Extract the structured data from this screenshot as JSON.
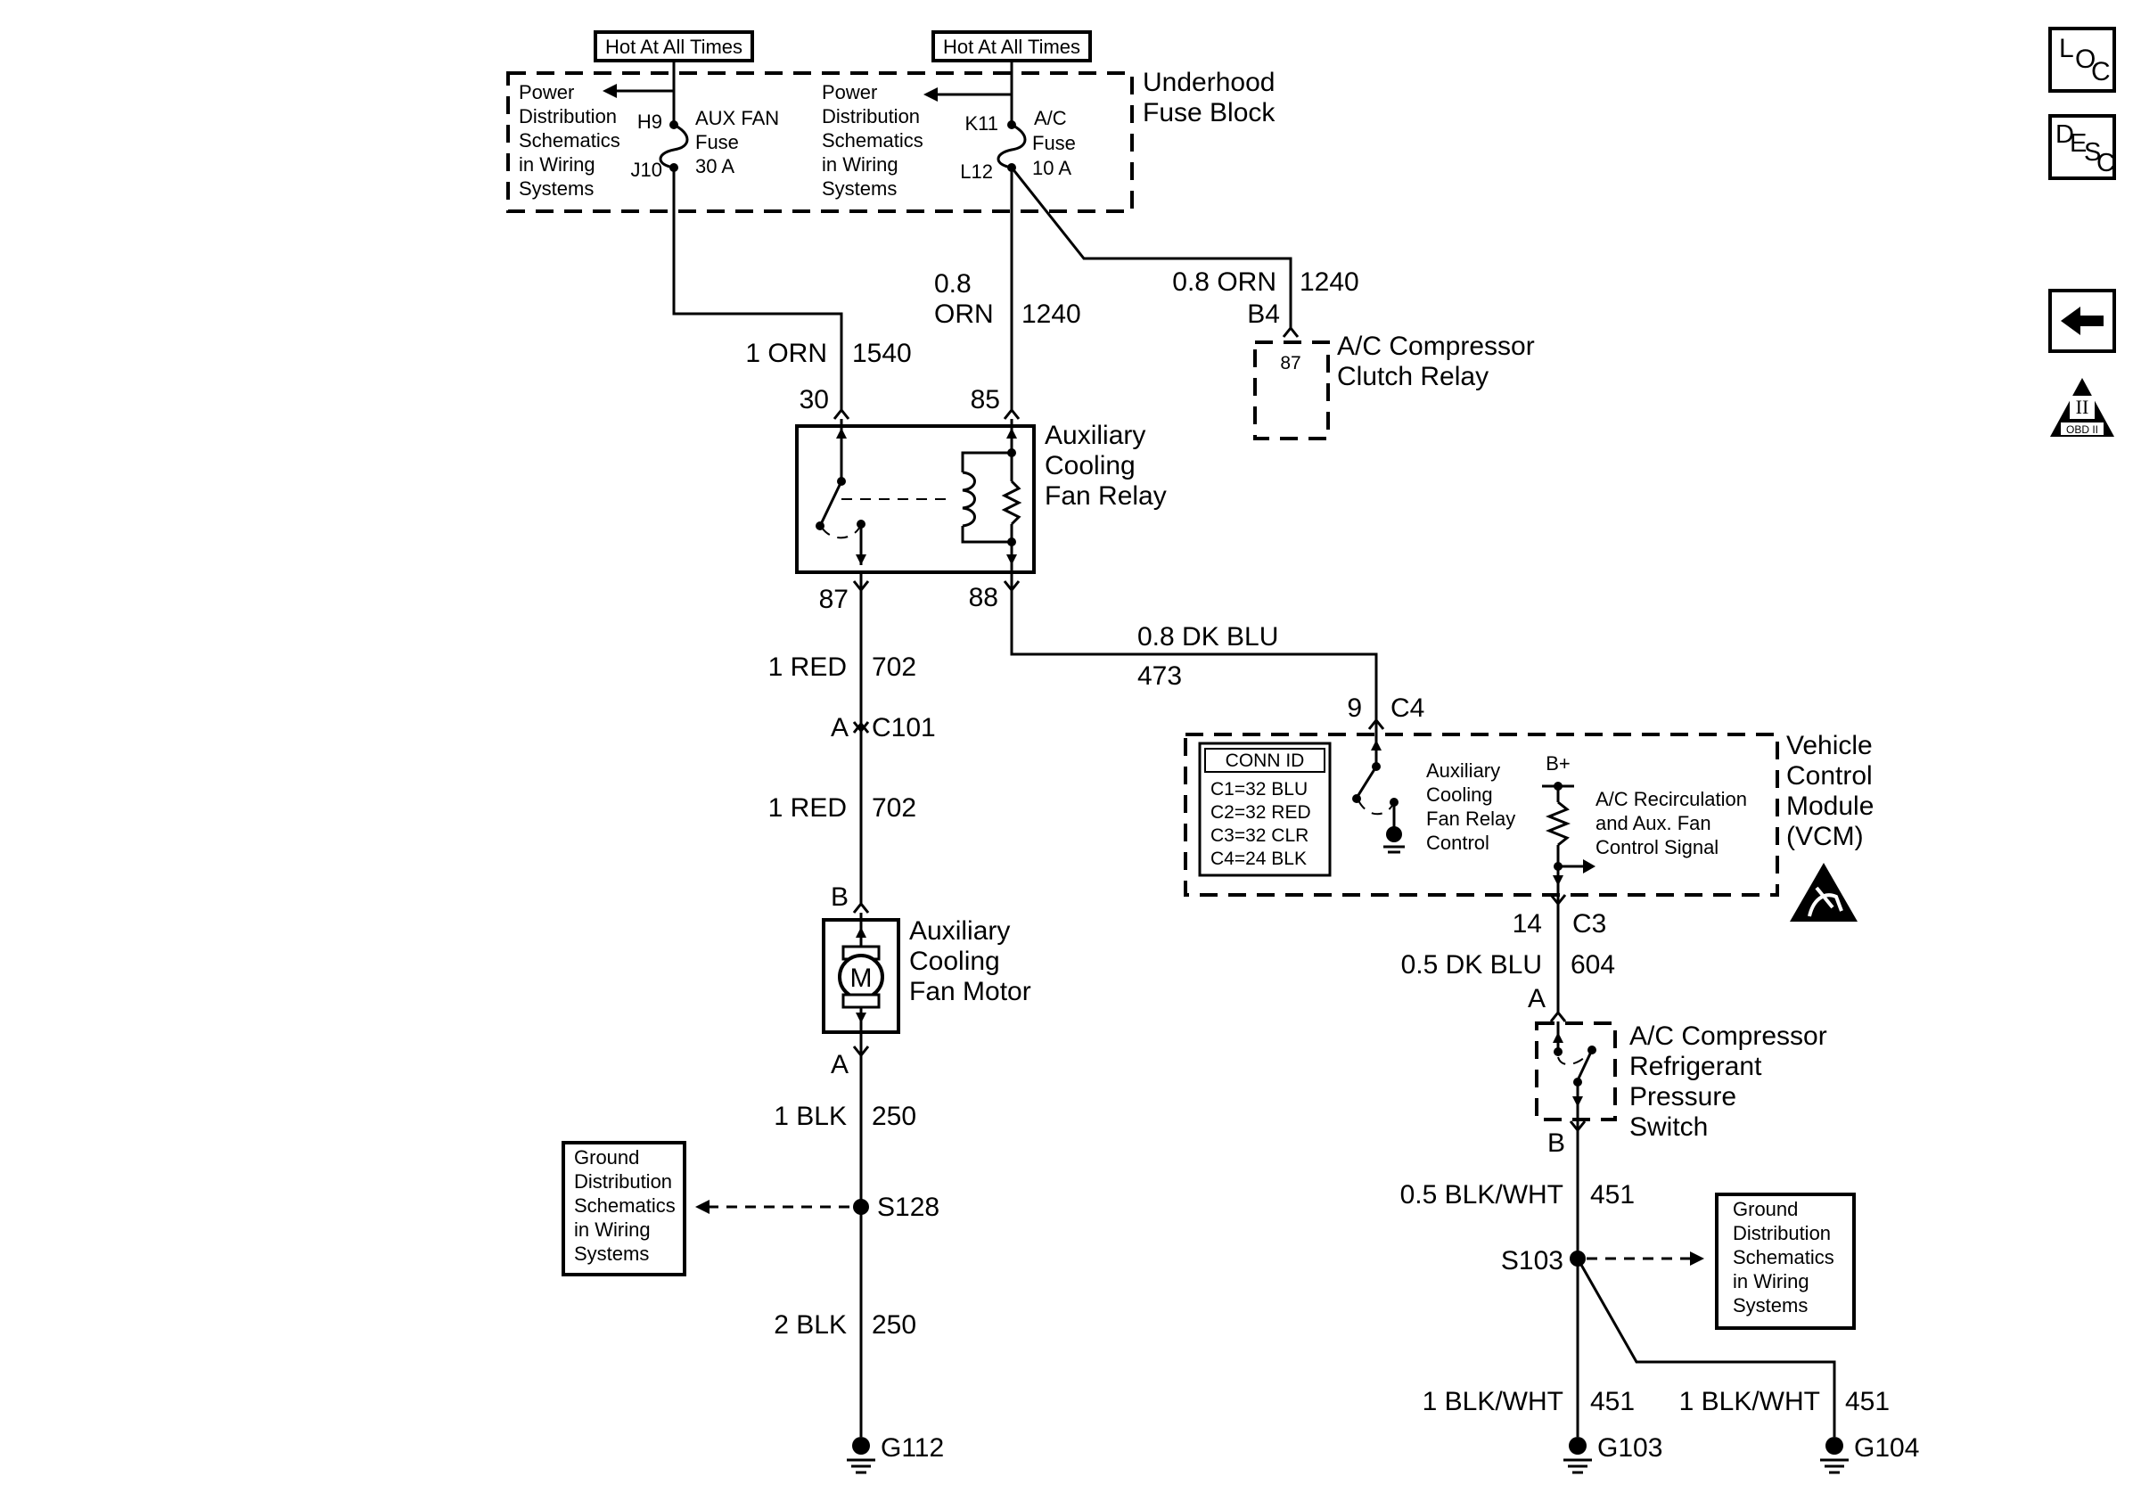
{
  "underhood": {
    "block_label_1": "Underhood",
    "block_label_2": "Fuse Block",
    "hot_label_1": "Hot At All Times",
    "hot_label_2": "Hot At All Times",
    "pd1": [
      "Power",
      "Distribution",
      "Schematics",
      "in Wiring",
      "Systems"
    ],
    "pd2": [
      "Power",
      "Distribution",
      "Schematics",
      "in Wiring",
      "Systems"
    ],
    "aux_fuse": {
      "pin_in": "H9",
      "pin_out": "J10",
      "name_1": "AUX FAN",
      "name_2": "Fuse",
      "rating": "30 A"
    },
    "ac_fuse": {
      "pin_in": "K11",
      "pin_out": "L12",
      "name_1": "A/C",
      "name_2": "Fuse",
      "rating": "10 A"
    }
  },
  "wires": {
    "w1540": {
      "gauge": "1 ORN",
      "circuit": "1540"
    },
    "w1240a": {
      "gauge_1": "0.8",
      "gauge_2": "ORN",
      "circuit": "1240"
    },
    "w1240b": {
      "gauge": "0.8 ORN",
      "circuit": "1240"
    },
    "w702a": {
      "gauge": "1 RED",
      "circuit": "702"
    },
    "w702b": {
      "gauge": "1 RED",
      "circuit": "702"
    },
    "w473": {
      "gauge": "0.8 DK BLU",
      "circuit": "473"
    },
    "w604": {
      "gauge": "0.5 DK BLU",
      "circuit": "604"
    },
    "w250a": {
      "gauge": "1 BLK",
      "circuit": "250"
    },
    "w250b": {
      "gauge": "2 BLK",
      "circuit": "250"
    },
    "w451a": {
      "gauge": "0.5 BLK/WHT",
      "circuit": "451"
    },
    "w451b": {
      "gauge": "1 BLK/WHT",
      "circuit": "451"
    },
    "w451c": {
      "gauge": "1 BLK/WHT",
      "circuit": "451"
    }
  },
  "clutch_relay": {
    "pin_conn": "B4",
    "pin": "87",
    "label_1": "A/C Compressor",
    "label_2": "Clutch Relay"
  },
  "fan_relay": {
    "pin30": "30",
    "pin85": "85",
    "pin87": "87",
    "pin88": "88",
    "label_1": "Auxiliary",
    "label_2": "Cooling",
    "label_3": "Fan Relay"
  },
  "c101": {
    "pin": "A",
    "name": "C101"
  },
  "motor": {
    "pin_b": "B",
    "pin_a": "A",
    "symbol": "M",
    "label_1": "Auxiliary",
    "label_2": "Cooling",
    "label_3": "Fan Motor"
  },
  "s128": {
    "name": "S128"
  },
  "ground_box_1": [
    "Ground",
    "Distribution",
    "Schematics",
    "in Wiring",
    "Systems"
  ],
  "ground_box_2": [
    "Ground",
    "Distribution",
    "Schematics",
    "in Wiring",
    "Systems"
  ],
  "g112": "G112",
  "vcm": {
    "pin_c4": "9",
    "conn_c4": "C4",
    "pin_c3": "14",
    "conn_c3": "C3",
    "label": [
      "Vehicle",
      "Control",
      "Module",
      "(VCM)"
    ],
    "conn_id_title": "CONN ID",
    "conn_ids": [
      "C1=32 BLU",
      "C2=32 RED",
      "C3=32 CLR",
      "C4=24 BLK"
    ],
    "relay_control": [
      "Auxiliary",
      "Cooling",
      "Fan Relay",
      "Control"
    ],
    "bplus": "B+",
    "signal": [
      "A/C Recirculation",
      "and Aux. Fan",
      "Control Signal"
    ]
  },
  "pressure_switch": {
    "pin_a": "A",
    "pin_b": "B",
    "label": [
      "A/C Compressor",
      "Refrigerant",
      "Pressure",
      "Switch"
    ]
  },
  "s103": {
    "name": "S103"
  },
  "g103": "G103",
  "g104": "G104",
  "side_icons": {
    "loc_1": "L",
    "loc_2": "O",
    "loc_3": "C",
    "desc_1": "D",
    "desc_2": "E",
    "desc_3": "S",
    "desc_4": "C",
    "obd_label": "OBD II",
    "obd_mark": "II"
  }
}
